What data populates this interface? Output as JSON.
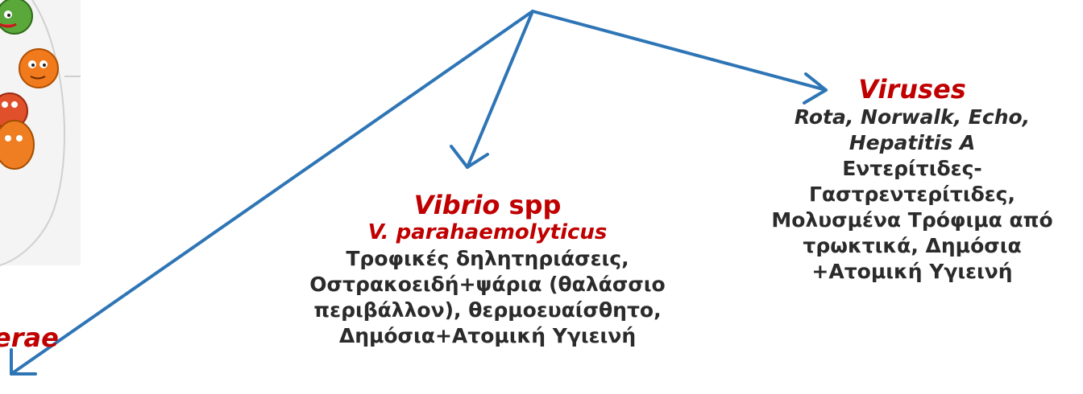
{
  "colors": {
    "arrow": "#2e75b6",
    "accent_red": "#c00000",
    "text": "#2b2b2b"
  },
  "partial_left": {
    "fragment_text": "erae"
  },
  "vibrio": {
    "title_italic": "Vibrio",
    "title_rest": " spp",
    "subtitle": "V. parahaemolyticus",
    "lines": [
      "Τροφικές δηλητηριάσεις,",
      "Οστρακοειδή+ψάρια (θαλάσσιο",
      "περιβάλλον), θερμοευαίσθητο,",
      "Δημόσια+Ατομική Υγιεινή"
    ]
  },
  "viruses": {
    "title": "Viruses",
    "names_line1": "Rota, Norwalk, Echo,",
    "names_line2": "Hepatitis A",
    "lines": [
      "Εντερίτιδες-",
      "Γαστρεντερίτιδες,",
      "Μολυσμένα Τρόφιμα από",
      "τρωκτικά, Δημόσια",
      "+Ατομική Υγιεινή"
    ]
  }
}
